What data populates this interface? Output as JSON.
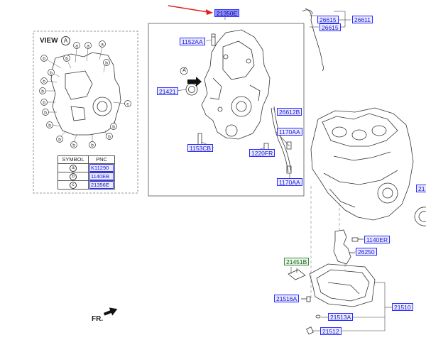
{
  "view_panel": {
    "title": "VIEW",
    "view_letter": "A",
    "table": {
      "headers": [
        "SYMBOL",
        "PNC"
      ],
      "rows": [
        {
          "symbol": "a",
          "pnc": "K11290"
        },
        {
          "symbol": "b",
          "pnc": "1140EB"
        },
        {
          "symbol": "c",
          "pnc": "21356E"
        }
      ]
    }
  },
  "view_arrow_letter": "A",
  "direction_label": "FR.",
  "part_labels": {
    "p21350E": "21350E",
    "p1152AA": "1152AA",
    "p21421": "21421",
    "p1153CB": "1153CB",
    "p1220FR": "1220FR",
    "p26612B": "26612B",
    "p1170AA_1": "1170AA",
    "p1170AA_2": "1170AA",
    "p26615_1": "26615",
    "p26615_2": "26615",
    "p26611": "26611",
    "p21_cut": "21",
    "p1140ER": "1140ER",
    "p26250": "26250",
    "p21451B": "21451B",
    "p21516A": "21516A",
    "p21513A": "21513A",
    "p21510": "21510",
    "p21512": "21512"
  },
  "colors": {
    "label_border": "#2b2bff",
    "label_fill": "#e9e9ff",
    "highlight_fill": "#8f8fff",
    "pointer_arrow": "#e0201c",
    "green_label": "#3a8a3a"
  }
}
